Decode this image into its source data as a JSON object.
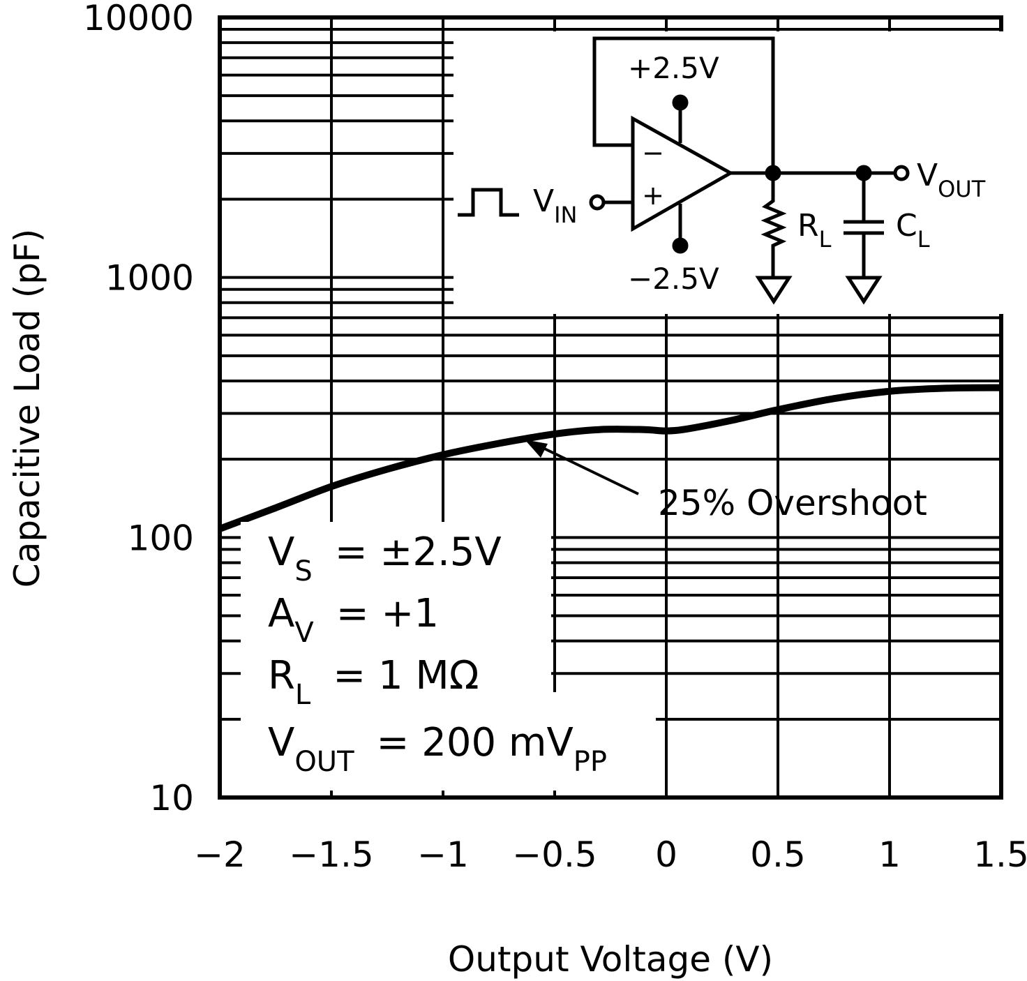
{
  "chart_data": {
    "type": "line",
    "xlabel": "Output Voltage (V)",
    "ylabel": "Capacitive Load (pF)",
    "xlim": [
      -2,
      1.5
    ],
    "ylim": [
      10,
      10000
    ],
    "yscale": "log",
    "grid": true,
    "x_ticks": [
      "−2",
      "−1.5",
      "−1",
      "−0.5",
      "0",
      "0.5",
      "1",
      "1.5"
    ],
    "y_ticks": [
      "10",
      "100",
      "1000",
      "10000"
    ],
    "series": [
      {
        "name": "25% Overshoot",
        "x": [
          -2.0,
          -1.75,
          -1.5,
          -1.25,
          -1.0,
          -0.75,
          -0.5,
          -0.3,
          -0.1,
          0.0,
          0.1,
          0.3,
          0.5,
          0.75,
          1.0,
          1.25,
          1.5
        ],
        "y": [
          108,
          130,
          157,
          183,
          208,
          230,
          250,
          260,
          260,
          257,
          262,
          283,
          310,
          342,
          365,
          375,
          377
        ]
      }
    ],
    "annotation": "25% Overshoot",
    "conditions": [
      {
        "sym": "V",
        "sub": "S",
        "val": "= ±2.5V",
        "vsub": ""
      },
      {
        "sym": "A",
        "sub": "V",
        "val": "= +1",
        "vsub": ""
      },
      {
        "sym": "R",
        "sub": "L",
        "val": "= 1 MΩ",
        "vsub": ""
      },
      {
        "sym": "V",
        "sub": "OUT",
        "val": "= 200 mV",
        "vsub": "PP"
      }
    ],
    "circuit": {
      "v_plus": "+2.5V",
      "v_minus": "−2.5V",
      "minus_sign": "−",
      "plus_sign": "+",
      "vin": {
        "sym": "V",
        "sub": "IN"
      },
      "vout": {
        "sym": "V",
        "sub": "OUT"
      },
      "rl": {
        "sym": "R",
        "sub": "L"
      },
      "cl": {
        "sym": "C",
        "sub": "L"
      }
    }
  }
}
